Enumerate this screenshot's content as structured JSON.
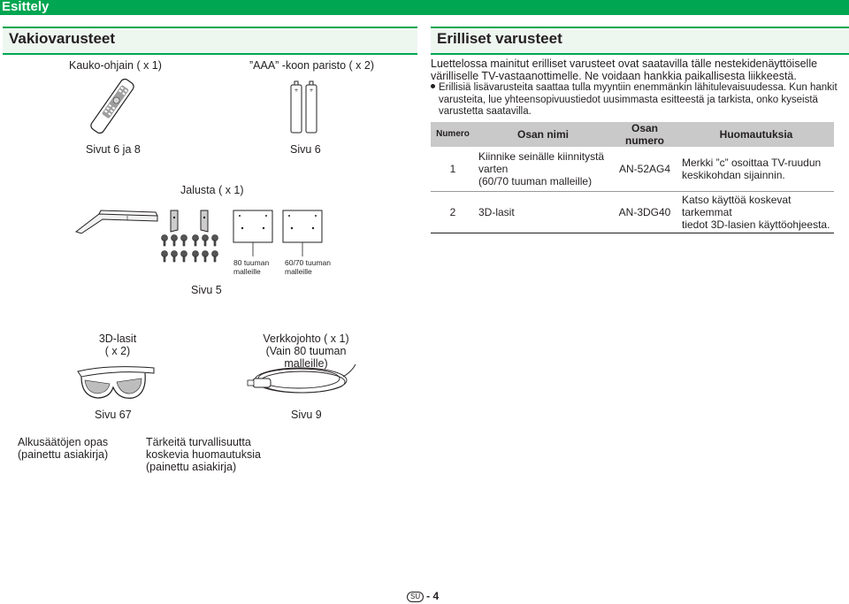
{
  "header": {
    "section_title": "Esittely"
  },
  "left": {
    "title": "Vakiovarusteet",
    "remote_label": "Kauko-ohjain ( x 1)",
    "batteries_label": "”AAA” -koon paristo ( x 2)",
    "remote_page": "Sivut 6 ja 8",
    "batteries_page": "Sivu 6",
    "stand_label": "Jalusta ( x 1)",
    "bracket_80_label": "80 tuuman malleille",
    "bracket_6070_label": "60/70 tuuman malleille",
    "stand_page": "Sivu 5",
    "glasses_label_1": "3D-lasit",
    "glasses_label_2": "( x 2)",
    "cord_label_1": "Verkkojohto ( x 1)",
    "cord_label_2": "(Vain 80 tuuman malleille)",
    "glasses_page": "Sivu 67",
    "cord_page": "Sivu 9",
    "manual_1_line1": "Alkusäätöjen opas",
    "manual_1_line2": "(painettu asiakirja)",
    "manual_2_line1": "Tärkeitä turvallisuutta",
    "manual_2_line2": "koskevia huomautuksia",
    "manual_2_line3": "(painettu asiakirja)"
  },
  "right": {
    "title": "Erilliset varusteet",
    "intro_line1": "Luettelossa mainitut erilliset varusteet ovat saatavilla tälle nestekidenäyttöiselle",
    "intro_line2": "värilliselle TV-vastaanottimelle. Ne voidaan hankkia paikallisesta liikkeestä.",
    "bullet_line1": "Erillisiä lisävarusteita saattaa tulla myyntiin enemmänkin lähitulevaisuudessa. Kun hankit",
    "bullet_line2": "varusteita, lue yhteensopivuustiedot uusimmasta esitteestä ja tarkista, onko kyseistä",
    "bullet_line3": "varustetta saatavilla.",
    "table": {
      "headers": {
        "number": "Numero",
        "name": "Osan nimi",
        "part_number_1": "Osan",
        "part_number_2": "numero",
        "notes": "Huomautuksia"
      },
      "rows": [
        {
          "number": "1",
          "name_1": "Kiinnike seinälle kiinnitystä",
          "name_2": "varten",
          "name_3": "(60/70 tuuman malleille)",
          "part": "AN-52AG4",
          "note_1": "Merkki ”c” osoittaa TV-ruudun",
          "note_2": "keskikohdan sijainnin."
        },
        {
          "number": "2",
          "name_1": "3D-lasit",
          "part": "AN-3DG40",
          "note_1": "Katso käyttöä koskevat tarkemmat",
          "note_2": "tiedot 3D-lasien käyttöohjeesta."
        }
      ]
    }
  },
  "footer": {
    "badge": "SU",
    "page": "- 4"
  }
}
